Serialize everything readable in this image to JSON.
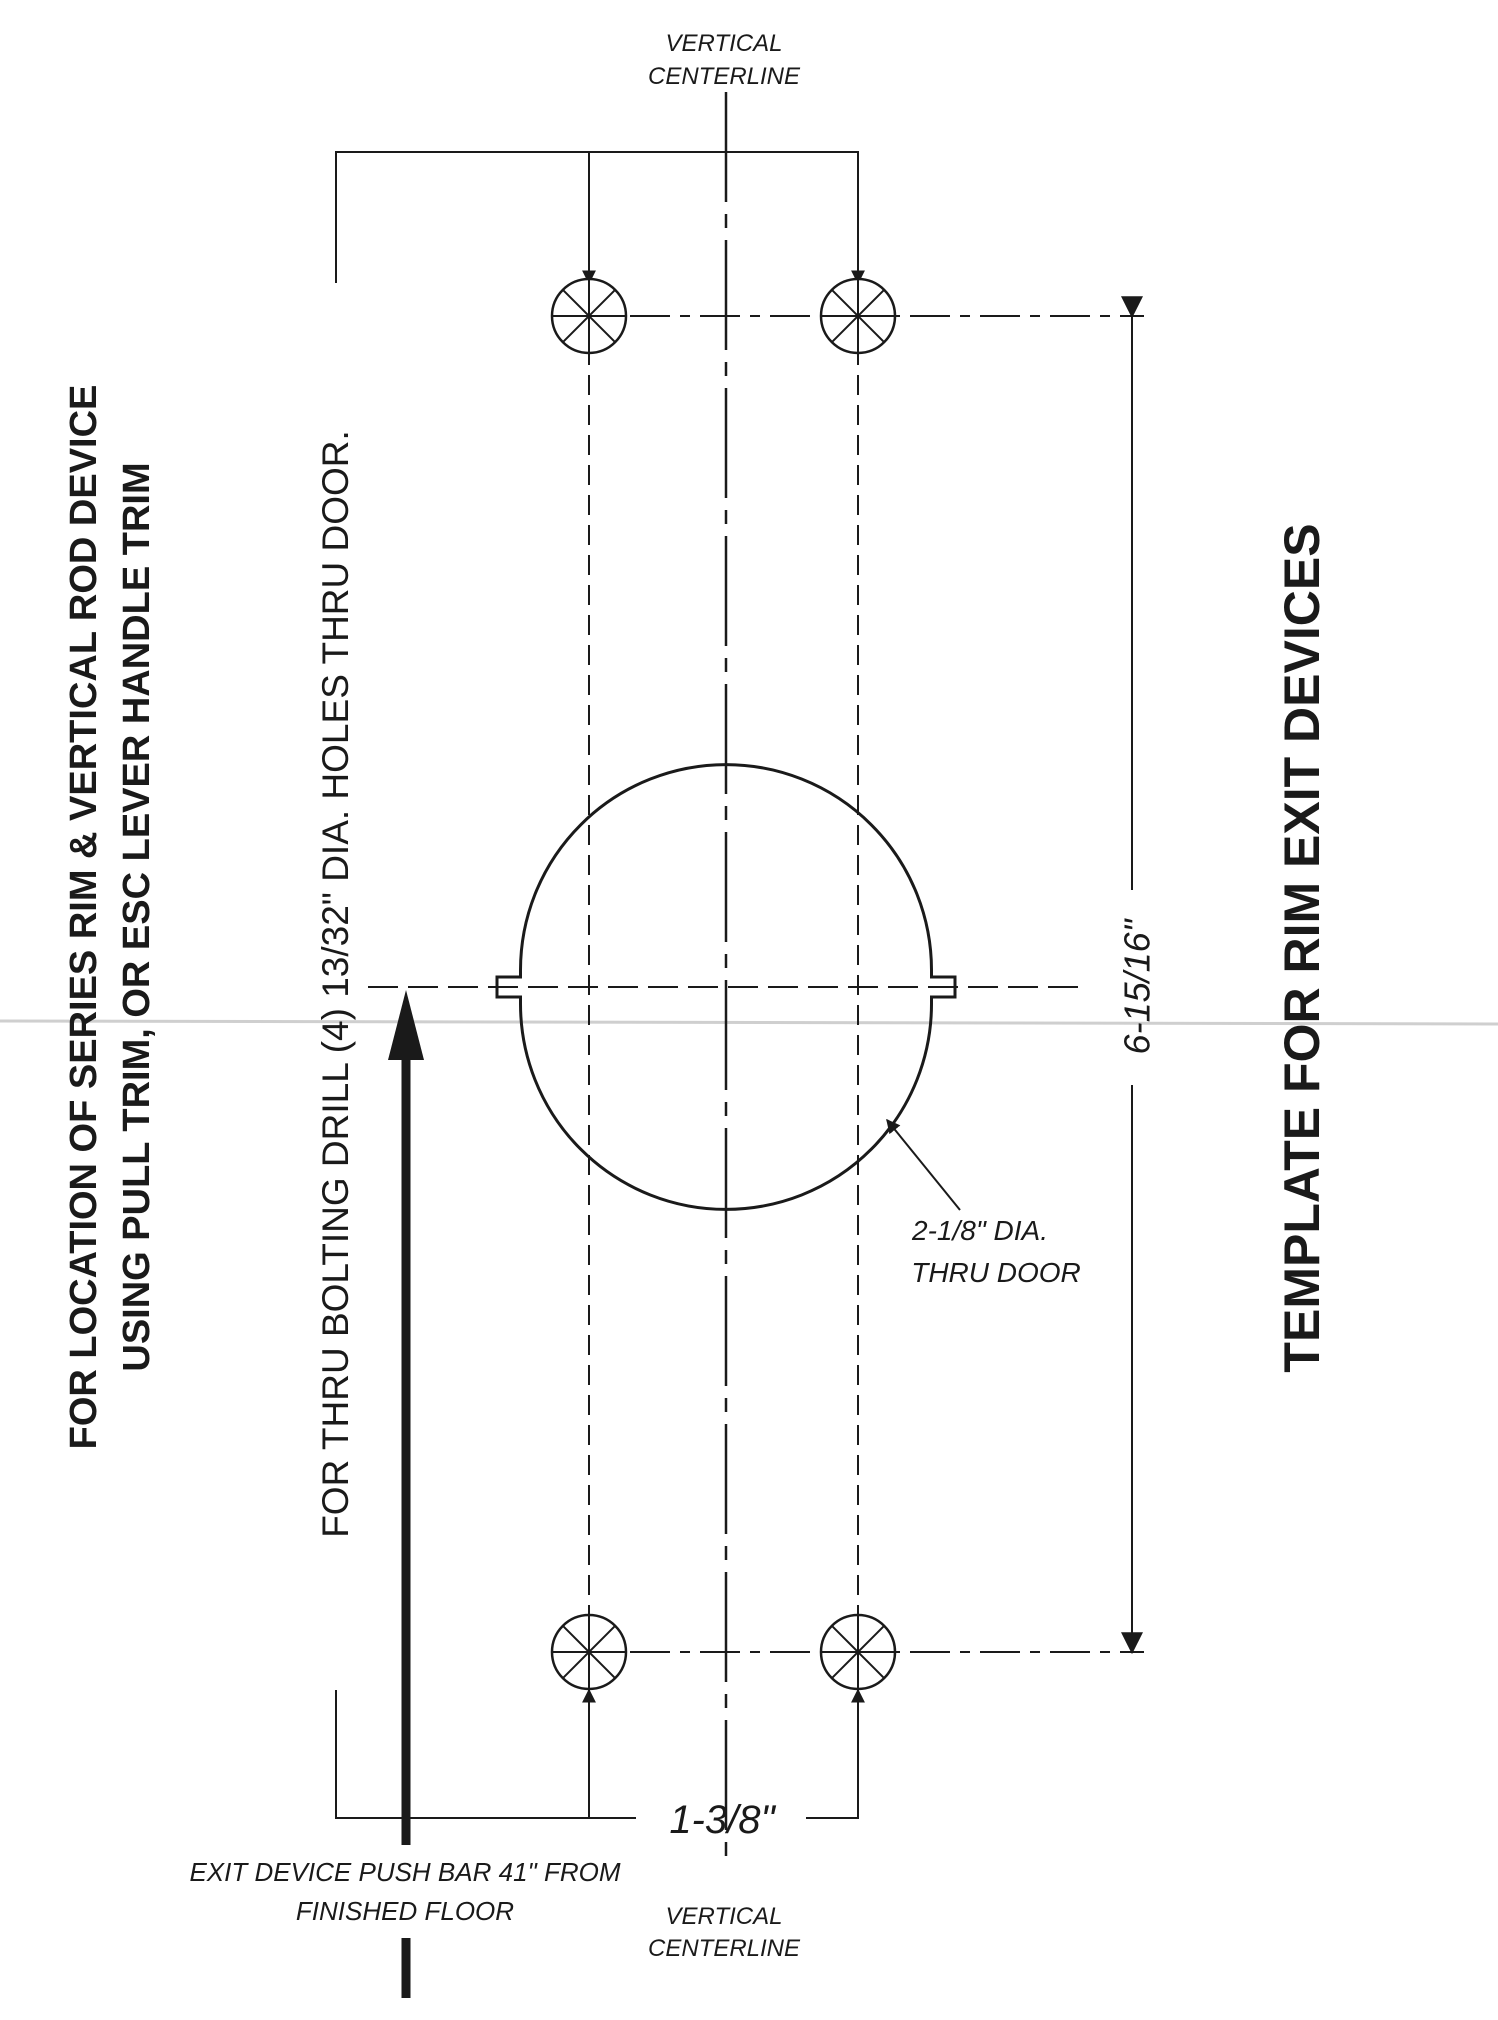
{
  "template": {
    "title": "TEMPLATE FOR RIM EXIT DEVICES",
    "location_line_1": "FOR LOCATION OF SERIES RIM & VERTICAL ROD DEVICE",
    "location_line_2": "USING PULL TRIM, OR ESC LEVER HANDLE TRIM",
    "drill_note": "FOR THRU BOLTING DRILL  (4)  13/32\" DIA. HOLES THRU DOOR.",
    "centerline_top_1": "VERTICAL",
    "centerline_top_2": "CENTERLINE",
    "centerline_bottom_1": "VERTICAL",
    "centerline_bottom_2": "CENTERLINE",
    "hole_dia_line_1": "2-1/8\" DIA.",
    "hole_dia_line_2": "THRU DOOR",
    "vertical_dimension": "6-15/16\"",
    "horizontal_dimension": "1-3/8\"",
    "push_bar_line_1": "EXIT DEVICE PUSH BAR 41\" FROM",
    "push_bar_line_2": "FINISHED FLOOR"
  },
  "colors": {
    "ink": "#1a1a1a",
    "paper": "#ffffff",
    "fold": "#cfcfcf"
  }
}
